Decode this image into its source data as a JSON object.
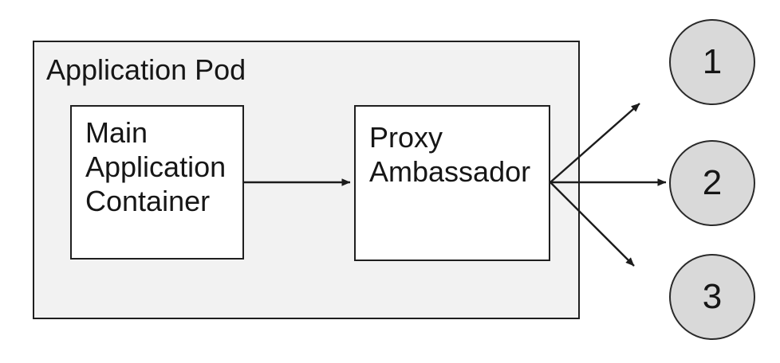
{
  "diagram": {
    "type": "architecture-diagram",
    "pod": {
      "label": "Application Pod"
    },
    "nodes": [
      {
        "id": "main-application-container",
        "label": "Main Application Container",
        "shape": "rectangle"
      },
      {
        "id": "proxy-ambassador",
        "label": "Proxy Ambassador",
        "shape": "rectangle"
      },
      {
        "id": "endpoint-1",
        "label": "1",
        "shape": "circle"
      },
      {
        "id": "endpoint-2",
        "label": "2",
        "shape": "circle"
      },
      {
        "id": "endpoint-3",
        "label": "3",
        "shape": "circle"
      }
    ],
    "edges": [
      {
        "from": "main-application-container",
        "to": "proxy-ambassador"
      },
      {
        "from": "proxy-ambassador",
        "to": "endpoint-1"
      },
      {
        "from": "proxy-ambassador",
        "to": "endpoint-2"
      },
      {
        "from": "proxy-ambassador",
        "to": "endpoint-3"
      }
    ],
    "colors": {
      "canvas_background": "#ffffff",
      "pod_fill": "#f2f2f2",
      "node_fill": "#ffffff",
      "endpoint_fill": "#d9d9d9",
      "stroke": "#1f1f1f",
      "text": "#161616"
    }
  }
}
